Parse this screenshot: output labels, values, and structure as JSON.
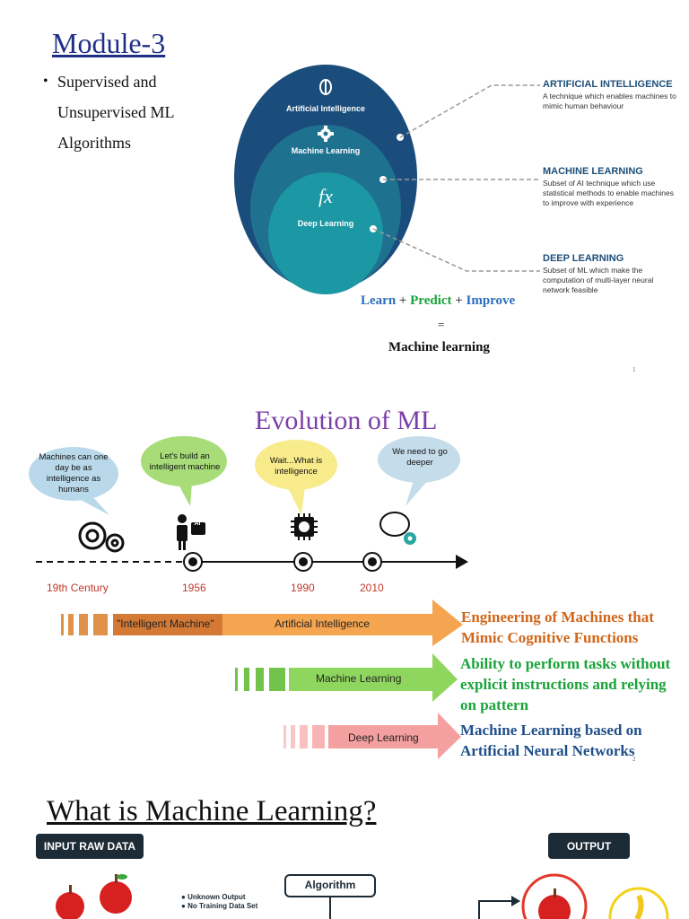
{
  "slide1": {
    "title": "Module-3",
    "bullet": "Supervised and Unsupervised ML Algorithms",
    "circles": {
      "ai_label": "Artificial Intelligence",
      "ml_label": "Machine Learning",
      "dl_label": "Deep Learning",
      "fx_symbol": "fx"
    },
    "annotations": [
      {
        "title": "ARTIFICIAL INTELLIGENCE",
        "desc": "A technique which enables machines to mimic human behaviour"
      },
      {
        "title": "MACHINE LEARNING",
        "desc": "Subset of AI technique which use statistical methods to enable machines to improve with experience"
      },
      {
        "title": "DEEP LEARNING",
        "desc": "Subset of ML which make the computation of multi-layer neural network feasible"
      }
    ],
    "formula": {
      "learn": "Learn",
      "plus1": "+",
      "predict": "Predict",
      "plus2": "+",
      "improve": "Improve",
      "equals": "=",
      "result": "Machine learning"
    },
    "page_number": "1",
    "colors": {
      "title": "#1f2f86",
      "learn": "#2a6fbf",
      "predict": "#1aa33a",
      "improve": "#2a6fbf"
    }
  },
  "slide2": {
    "title": "Evolution of ML",
    "bubbles": [
      {
        "text": "Machines can one day be as intelligence as humans"
      },
      {
        "text": "Let's build an intelligent machine"
      },
      {
        "text": "Wait...What is intelligence"
      },
      {
        "text": "We need to go deeper"
      }
    ],
    "years": [
      "19th Century",
      "1956",
      "1990",
      "2010"
    ],
    "bars": [
      {
        "inner_label": "\"Intelligent Machine\"",
        "label": "Artificial Intelligence",
        "desc": "Engineering of Machines that Mimic Cognitive Functions",
        "color": "#f5a550"
      },
      {
        "label": "Machine Learning",
        "desc": "Ability to perform tasks without explicit instructions and relying on pattern",
        "color": "#8fd65e"
      },
      {
        "label": "Deep Learning",
        "desc": "Machine Learning based on Artificial Neural Networks",
        "color": "#f5a0a0"
      }
    ],
    "ai_chip_text": "AI",
    "page_number": "2",
    "colors": {
      "title": "#7b3fa8",
      "desc1": "#d0661a",
      "desc2": "#1aa33a",
      "desc3": "#1f4f8a"
    }
  },
  "slide3": {
    "title": "What is Machine Learning?",
    "input_badge": "INPUT RAW DATA",
    "output_badge": "OUTPUT",
    "algorithm_label": "Algorithm",
    "bullets": [
      "Unknown Output",
      "No Training Data Set"
    ]
  }
}
